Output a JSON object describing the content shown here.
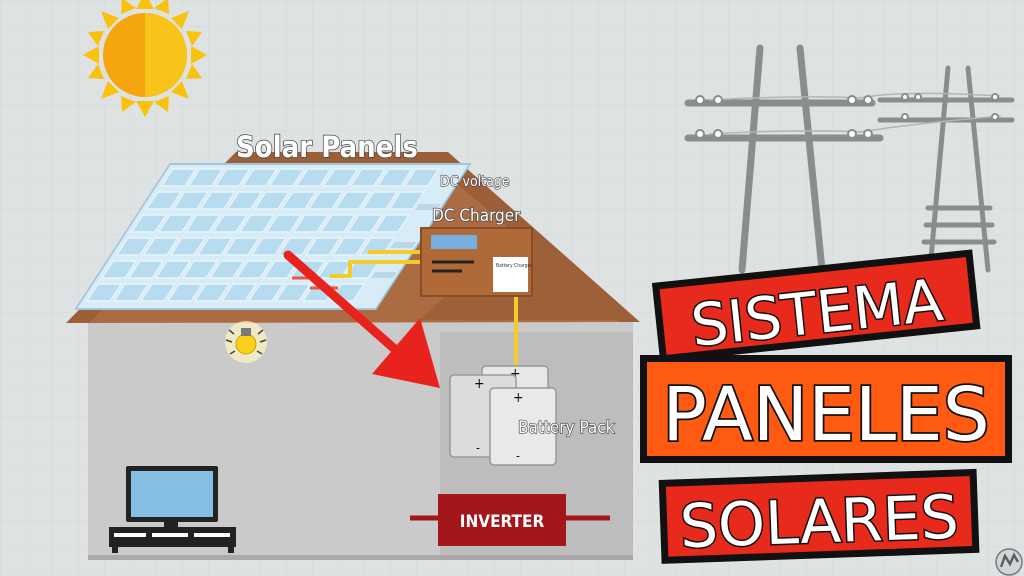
{
  "labels": {
    "solar_panels": "Solar Panels",
    "dc_voltage": "DC voltage",
    "dc_charger": "DC Charger",
    "battery_charger": "Battery Charger",
    "battery_pack": "Battery Pack",
    "inverter": "INVERTER",
    "battery_plus": "+",
    "battery_minus": "-"
  },
  "banner": {
    "line1": "SISTEMA",
    "line2": "PANELES",
    "line3": "SOLARES"
  },
  "colors": {
    "background": "#dfe2e3",
    "roof": "#a86a43",
    "wall": "#c9c9c9",
    "panel": "#bfe0f2",
    "charger": "#b06a38",
    "wire": "#f3cb2a",
    "arrow": "#e8231d",
    "inverter": "#a3161a",
    "banner_red": "#e82a1c",
    "banner_orange": "#ff5a12",
    "sun": "#f9c20c"
  },
  "icons": [
    "sun-icon",
    "lightbulb-icon",
    "tv-icon",
    "arrow-icon",
    "power-pylon-icon",
    "logo-watermark-icon"
  ]
}
